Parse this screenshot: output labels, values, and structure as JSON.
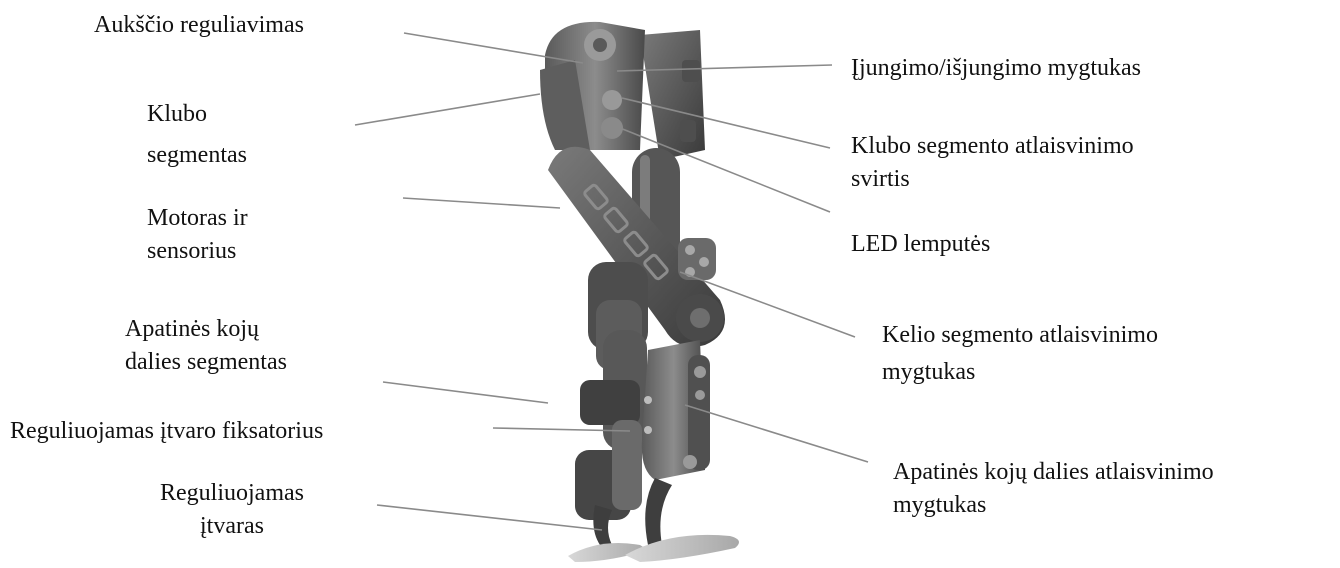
{
  "labels": {
    "height_adjustment": "Aukščio reguliavimas",
    "hip_segment_l1": "Klubo",
    "hip_segment_l2": "segmentas",
    "motor_sensor_l1": "Motoras ir",
    "motor_sensor_l2": "sensorius",
    "lower_leg_segment_l1": "Apatinės kojų",
    "lower_leg_segment_l2": "dalies segmentas",
    "adjustable_brace_lock": "Reguliuojamas įtvaro fiksatorius",
    "adjustable_brace_l1": "Reguliuojamas",
    "adjustable_brace_l2": "įtvaras",
    "power_button": "Įjungimo/išjungimo mygtukas",
    "hip_release_lever_l1": "Klubo segmento atlaisvinimo",
    "hip_release_lever_l2": "svirtis",
    "led_lights": "LED lemputės",
    "knee_release_button_l1": "Kelio segmento atlaisvinimo",
    "knee_release_button_l2": "mygtukas",
    "lower_leg_release_button_l1": "Apatinės kojų dalies atlaisvinimo",
    "lower_leg_release_button_l2": "mygtukas"
  },
  "colors": {
    "device_dark": "#3f3f3f",
    "device_mid": "#6b6b6b",
    "device_light": "#8e8e8e",
    "leader_line": "#8a8a8a",
    "text": "#111111"
  }
}
